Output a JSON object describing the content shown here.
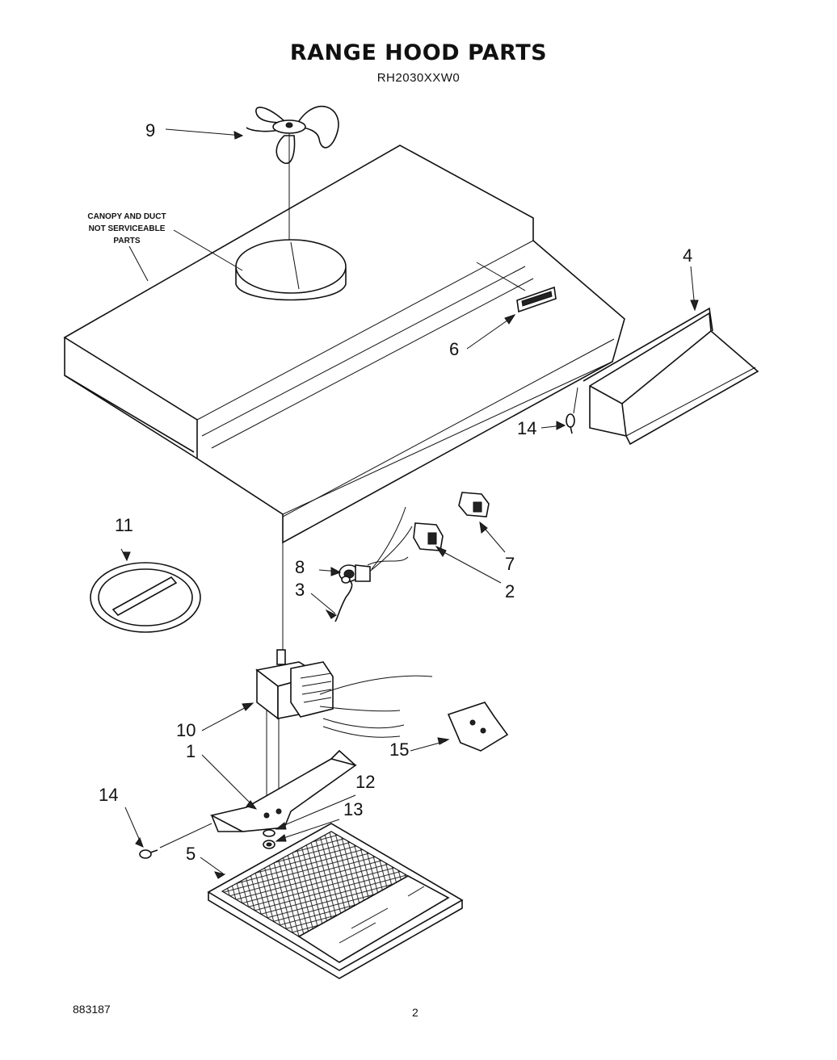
{
  "title": "RANGE HOOD PARTS",
  "model": "RH2030XXW0",
  "note_lines": [
    "CANOPY AND DUCT",
    "NOT SERVICEABLE",
    "PARTS"
  ],
  "callouts": {
    "c9": "9",
    "c4": "4",
    "c6": "6",
    "c14a": "14",
    "c11": "11",
    "c8": "8",
    "c3": "3",
    "c7": "7",
    "c2": "2",
    "c10": "10",
    "c15": "15",
    "c1": "1",
    "c12": "12",
    "c13": "13",
    "c14b": "14",
    "c5": "5"
  },
  "footer": {
    "doc_number": "883187",
    "page_number": "2"
  }
}
